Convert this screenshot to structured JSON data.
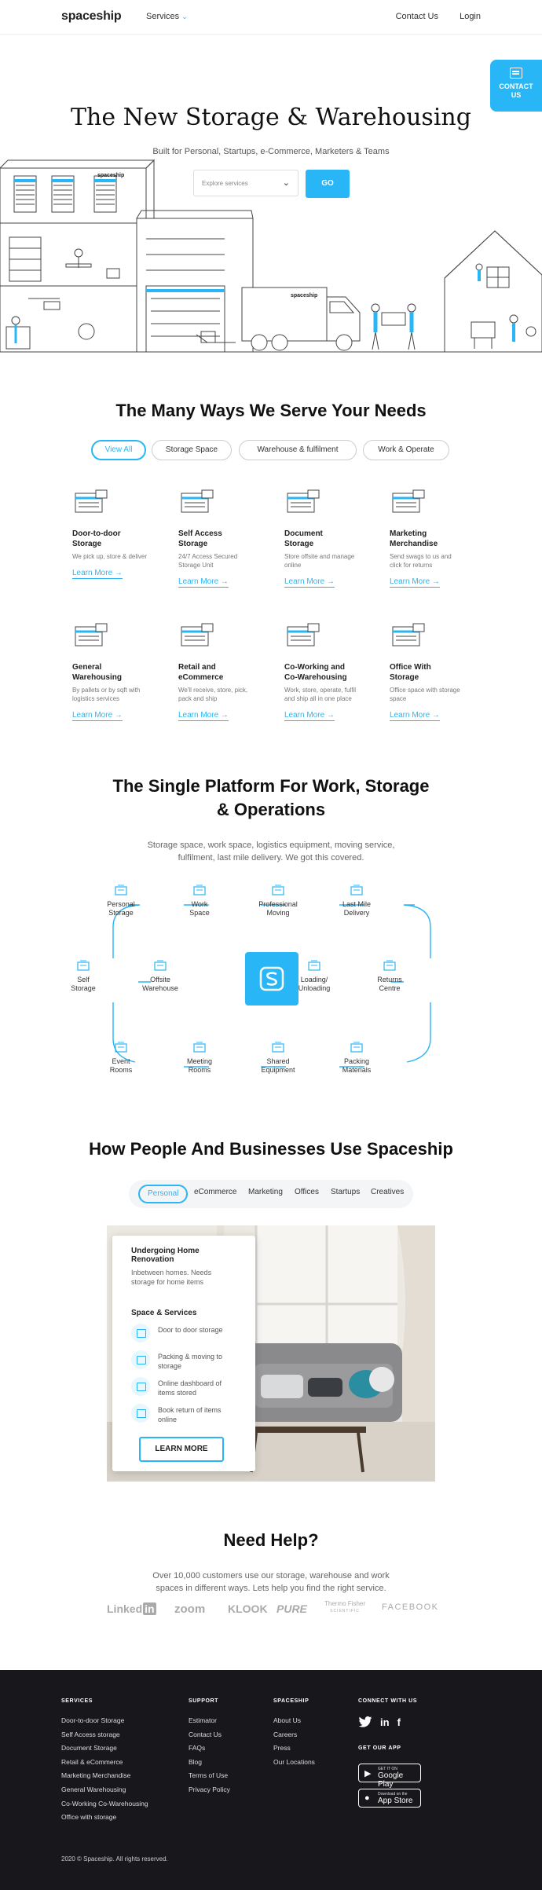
{
  "header": {
    "logo": "spaceship",
    "services_label": "Services",
    "contact_label": "Contact Us",
    "login_label": "Login"
  },
  "contact_tab": {
    "line1": "CONTACT",
    "line2": "US"
  },
  "hero": {
    "title": "The New Storage & Warehousing",
    "subtitle": "Built for Personal, Startups, e-Commerce, Marketers & Teams",
    "select_placeholder": "Explore services",
    "go_label": "GO",
    "truck_logo": "spaceship",
    "building_logo": "spaceship"
  },
  "ways": {
    "title": "The Many Ways We Serve Your Needs",
    "filters": [
      "View All",
      "Storage Space",
      "Warehouse & fulfilment",
      "Work & Operate"
    ],
    "services": [
      {
        "title1": "Door-to-door",
        "title2": "Storage",
        "desc1": "We pick up, store & deliver",
        "desc2": "",
        "link": "Learn More",
        "icon": "movers-icon"
      },
      {
        "title1": "Self Access",
        "title2": "Storage",
        "desc1": "24/7 Access Secured",
        "desc2": "Storage Unit",
        "link": "Learn More",
        "icon": "storage-unit-icon"
      },
      {
        "title1": "Document",
        "title2": "Storage",
        "desc1": "Store offsite and manage",
        "desc2": "online",
        "link": "Learn More",
        "icon": "document-boxes-icon"
      },
      {
        "title1": "Marketing",
        "title2": "Merchandise",
        "desc1": "Send swags to us and",
        "desc2": "click for returns",
        "link": "Learn More",
        "icon": "merchandise-icon"
      },
      {
        "title1": "General",
        "title2": "Warehousing",
        "desc1": "By pallets or by sqft with",
        "desc2": "logistics services",
        "link": "Learn More",
        "icon": "warehouse-icon"
      },
      {
        "title1": "Retail and",
        "title2": "eCommerce",
        "desc1": "We'll receive, store, pick,",
        "desc2": "pack and ship",
        "link": "Learn More",
        "icon": "ecommerce-icon"
      },
      {
        "title1": "Co-Working and",
        "title2": "Co-Warehousing",
        "desc1": "Work, store, operate, fulfil",
        "desc2": "and ship all in one place",
        "link": "Learn More",
        "icon": "coworking-icon"
      },
      {
        "title1": "Office With",
        "title2": "Storage",
        "desc1": "Office space with storage",
        "desc2": "space",
        "link": "Learn More",
        "icon": "office-icon"
      }
    ]
  },
  "platform": {
    "title1": "The Single Platform For Work, Storage",
    "title2": "& Operations",
    "sub1": "Storage space, work space, logistics equipment, moving service,",
    "sub2": "fulfilment, last mile delivery. We got this covered.",
    "nodes": [
      {
        "l1": "Personal",
        "l2": "Storage",
        "icon": "box-icon"
      },
      {
        "l1": "Work",
        "l2": "Space",
        "icon": "desk-icon"
      },
      {
        "l1": "Professional",
        "l2": "Moving",
        "icon": "moving-icon"
      },
      {
        "l1": "Last Mile",
        "l2": "Delivery",
        "icon": "delivery-icon"
      },
      {
        "l1": "Self",
        "l2": "Storage",
        "icon": "lock-box-icon"
      },
      {
        "l1": "Offsite",
        "l2": "Warehouse",
        "icon": "warehouse-icon"
      },
      {
        "l1": "Loading/",
        "l2": "Unloading",
        "icon": "forklift-icon"
      },
      {
        "l1": "Returns",
        "l2": "Centre",
        "icon": "returns-icon"
      },
      {
        "l1": "Event",
        "l2": "Rooms",
        "icon": "event-icon"
      },
      {
        "l1": "Meeting",
        "l2": "Rooms",
        "icon": "meeting-icon"
      },
      {
        "l1": "Shared",
        "l2": "Equipment",
        "icon": "equipment-icon"
      },
      {
        "l1": "Packing",
        "l2": "Materials",
        "icon": "packing-icon"
      }
    ]
  },
  "usage": {
    "title": "How People And Businesses Use Spaceship",
    "tabs": [
      "Personal",
      "eCommerce",
      "Marketing",
      "Offices",
      "Startups",
      "Creatives"
    ],
    "card": {
      "heading": "Undergoing Home Renovation",
      "desc1": "Inbetween homes. Needs",
      "desc2": "storage for home items",
      "services_heading": "Space & Services",
      "items": [
        {
          "l1": "Door to door storage",
          "l2": ""
        },
        {
          "l1": "Packing & moving to",
          "l2": "storage"
        },
        {
          "l1": "Online dashboard of",
          "l2": "items stored"
        },
        {
          "l1": "Book return of items",
          "l2": "online"
        }
      ],
      "button": "LEARN MORE"
    }
  },
  "help": {
    "title": "Need Help?",
    "sub1": "Over 10,000 customers use our storage, warehouse and work",
    "sub2": "spaces in different ways. Lets help you find the right service.",
    "brands": [
      "Linked",
      "in",
      "zoom",
      "KLOOK",
      "PURE",
      "Thermo Fisher",
      "SCIENTIFIC",
      "FACEBOOK"
    ]
  },
  "footer": {
    "services_heading": "SERVICES",
    "services": [
      "Door-to-door Storage",
      "Self Access storage",
      "Document Storage",
      "Retail & eCommerce",
      "Marketing Merchandise",
      "General Warehousing",
      "Co-Working Co-Warehousing",
      "Office with storage"
    ],
    "support_heading": "SUPPORT",
    "support": [
      "Estimator",
      "Contact Us",
      "FAQs",
      "Blog",
      "Terms of Use",
      "Privacy Policy"
    ],
    "spaceship_heading": "SPACESHIP",
    "spaceship": [
      "About Us",
      "Careers",
      "Press",
      "Our Locations"
    ],
    "connect_heading": "CONNECT WITH US",
    "app_heading": "GET OUR APP",
    "google_small": "GET IT ON",
    "google_big": "Google Play",
    "apple_small": "Download on the",
    "apple_big": "App Store",
    "copyright": "2020 © Spaceship. All rights reserved."
  },
  "colors": {
    "accent": "#29b6f6",
    "footer_bg": "#17171c"
  }
}
